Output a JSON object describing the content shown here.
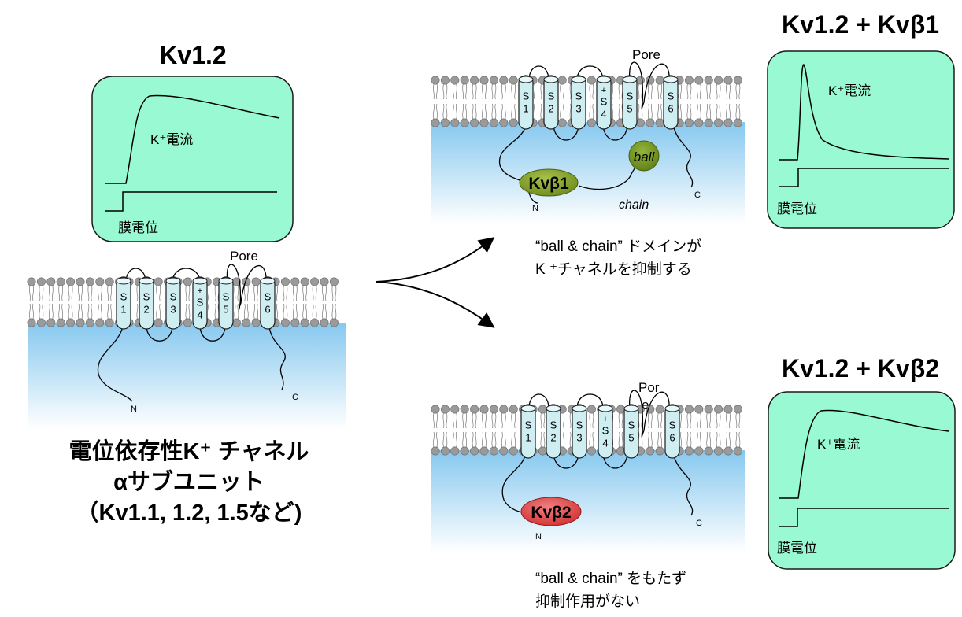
{
  "colors": {
    "panel_fill": "#99f9d2",
    "panel_stroke": "#1a1a1a",
    "cytoplasm_top": "#86c8ef",
    "cytoplasm_bottom": "#ffffff",
    "helix_fill": "#cfeef2",
    "lipid_head": "#9a9a9a",
    "kvb1_fill": "#7d9e2c",
    "kvb2_fill": "#e04848",
    "ball_fill": "#6b8e1e"
  },
  "panels": {
    "kv12": {
      "title": "Kv1.2",
      "current_label": "K⁺電流",
      "voltage_label": "膜電位"
    },
    "kv12_b1": {
      "title": "Kv1.2 + Kvβ1",
      "current_label": "K⁺電流",
      "voltage_label": "膜電位"
    },
    "kv12_b2": {
      "title": "Kv1.2 + Kvβ2",
      "current_label": "K⁺電流",
      "voltage_label": "膜電位"
    }
  },
  "channel": {
    "segments": [
      {
        "label": "S",
        "num": "1"
      },
      {
        "label": "S",
        "num": "2"
      },
      {
        "label": "S",
        "num": "3"
      },
      {
        "label": "S",
        "num": "4",
        "plus": "+"
      },
      {
        "label": "S",
        "num": "5"
      },
      {
        "label": "S",
        "num": "6"
      }
    ],
    "n_label": "N",
    "c_label": "C",
    "pore_label": "Pore",
    "pore_label_b2_line1": "Por",
    "pore_label_b2_line2": "e"
  },
  "beta1": {
    "name": "Kvβ1",
    "ball": "ball",
    "chain": "chain"
  },
  "beta2": {
    "name": "Kvβ2"
  },
  "captions": {
    "b1_line1": "“ball & chain” ドメインが",
    "b1_line2": "K ⁺チャネルを抑制する",
    "b2_line1": "“ball & chain” をもたず",
    "b2_line2": "抑制作用がない"
  },
  "main_label": {
    "line1": "電位依存性K⁺ チャネル",
    "line2": "αサブユニット",
    "line3": "（Kv1.1, 1.2, 1.5など)"
  }
}
